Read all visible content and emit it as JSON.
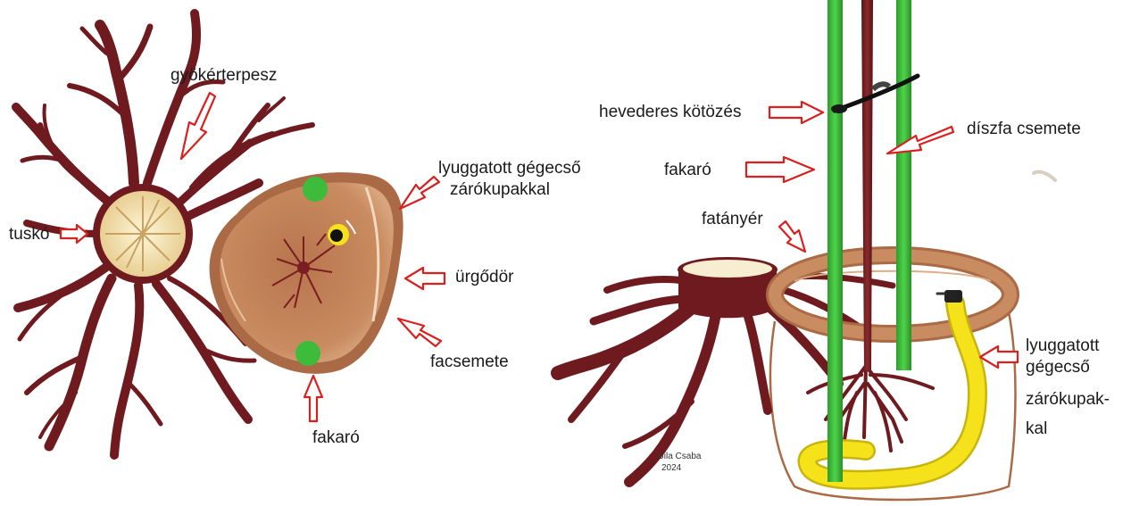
{
  "left_labels": {
    "root_spread": "gyökérterpesz",
    "stump": "tuskó",
    "pipe_line1": "lyuggatott gégecső",
    "pipe_line2": "zárókupakkal",
    "pit": "ürgődör",
    "seedling": "facsemete",
    "stake": "fakaró"
  },
  "right_labels": {
    "strap": "hevederes kötözés",
    "ornamental": "díszfa csemete",
    "stake": "fakaró",
    "plate": "fatányér",
    "pipe_line1": "lyuggatott",
    "pipe_line2": "gégecső",
    "pipe_line3": "zárókupak-",
    "pipe_line4": "kal"
  },
  "signature": {
    "name": "Gila Csaba",
    "year": "2024"
  },
  "colors": {
    "root": "#6e1a1e",
    "stump_top": "#f4e4b8",
    "pit_fill": "#c4845a",
    "pit_rim": "#a96a45",
    "stake": "#3dbb3a",
    "pipe": "#f5e21a",
    "arrow": "#d9201e"
  }
}
